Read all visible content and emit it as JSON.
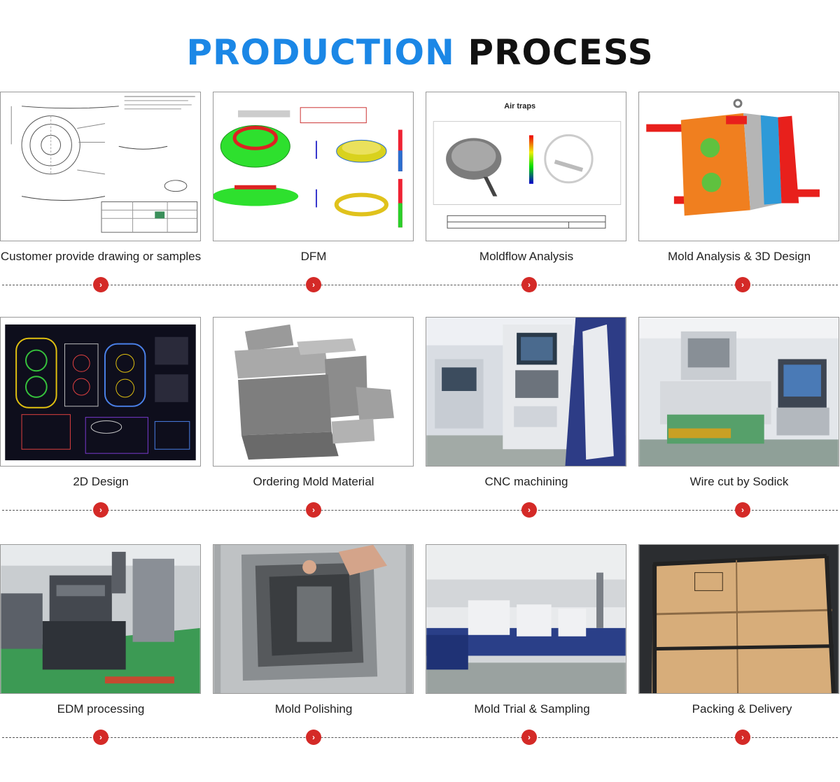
{
  "heading": {
    "part1": "PRODUCTION",
    "part2": "PROCESS"
  },
  "colors": {
    "accent_blue": "#1b87e6",
    "accent_red": "#d42a27"
  },
  "steps": [
    {
      "label": "Customer provide drawing or samples",
      "image": "technical-drawing"
    },
    {
      "label": "DFM",
      "image": "dfm-report"
    },
    {
      "label": "Moldflow Analysis",
      "image": "moldflow-report",
      "image_text": "Air traps"
    },
    {
      "label": "Mold Analysis & 3D Design",
      "image": "3d-mold-render"
    },
    {
      "label": "2D Design",
      "image": "cad-blueprint"
    },
    {
      "label": "Ordering Mold Material",
      "image": "steel-blocks"
    },
    {
      "label": "CNC machining",
      "image": "cnc-machine"
    },
    {
      "label": "Wire cut by Sodick",
      "image": "wire-cut-machine"
    },
    {
      "label": "EDM processing",
      "image": "edm-workshop"
    },
    {
      "label": "Mold Polishing",
      "image": "mold-polishing"
    },
    {
      "label": "Mold Trial & Sampling",
      "image": "injection-machines"
    },
    {
      "label": "Packing & Delivery",
      "image": "wooden-crate"
    }
  ],
  "arrow_glyph": "›"
}
